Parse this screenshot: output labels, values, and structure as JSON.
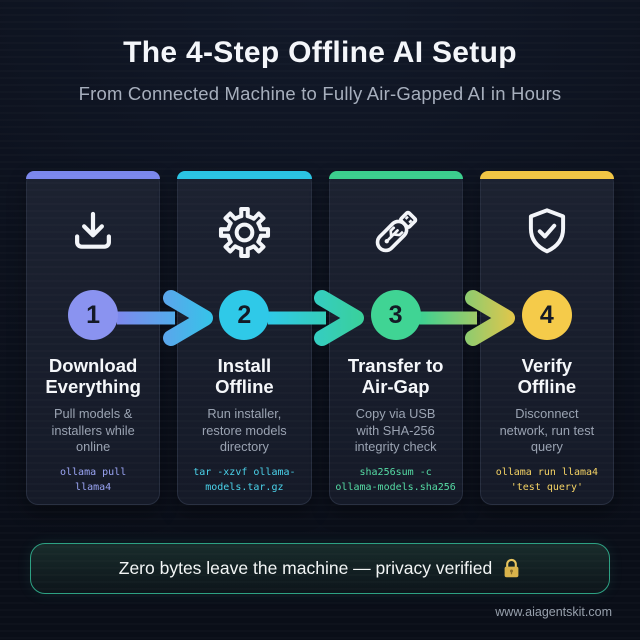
{
  "header": {
    "title": "The 4-Step Offline AI Setup",
    "subtitle": "From Connected Machine to Fully Air-Gapped AI in Hours"
  },
  "steps": [
    {
      "number": "1",
      "icon": "download-icon",
      "title": "Download\nEverything",
      "description": "Pull models &\ninstallers while\nonline",
      "code": "ollama pull\nllama4",
      "accent_bar": "#7b87ec",
      "badge_color": "#8a93f0",
      "code_color": "#9aa4f4"
    },
    {
      "number": "2",
      "icon": "gear-icon",
      "title": "Install\nOffline",
      "description": "Run installer,\nrestore models\ndirectory",
      "code": "tar -xzvf ollama-\nmodels.tar.gz",
      "accent_bar": "#2ac3e3",
      "badge_color": "#2fc9e8",
      "code_color": "#4ad2ea"
    },
    {
      "number": "3",
      "icon": "usb-drive-icon",
      "title": "Transfer to\nAir-Gap",
      "description": "Copy via USB\nwith SHA-256\nintegrity check",
      "code": "sha256sum -c\nollama-models.sha256",
      "accent_bar": "#3bce8d",
      "badge_color": "#40d494",
      "code_color": "#55dba4"
    },
    {
      "number": "4",
      "icon": "shield-check-icon",
      "title": "Verify\nOffline",
      "description": "Disconnect\nnetwork, run test\nquery",
      "code": "ollama run llama4\n'test query'",
      "accent_bar": "#f1c544",
      "badge_color": "#f5cb4a",
      "code_color": "#f4d264"
    }
  ],
  "arrows": [
    {
      "from": "#7e89ee",
      "to": "#2fc9e8"
    },
    {
      "from": "#2fc9e8",
      "to": "#3bd193"
    },
    {
      "from": "#3bd193",
      "to": "#f1c544"
    }
  ],
  "banner": {
    "text": "Zero bytes leave the machine — privacy verified",
    "icon": "lock-icon",
    "border_color": "#2da183"
  },
  "footer": {
    "website": "www.aiagentskit.com"
  }
}
